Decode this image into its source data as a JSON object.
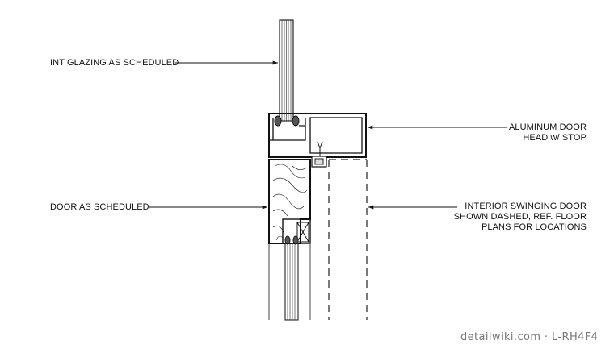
{
  "labels": {
    "int_glazing": "INT GLAZING AS SCHEDULED",
    "door": "DOOR AS SCHEDULED",
    "aluminum_head_line1": "ALUMINUM DOOR",
    "aluminum_head_line2": "HEAD w/ STOP",
    "swing_line1": "INTERIOR SWINGING DOOR",
    "swing_line2": "SHOWN DASHED, REF. FLOOR",
    "swing_line3": "PLANS FOR LOCATIONS"
  },
  "watermark": "detailwiki.com · L-RH4F4"
}
